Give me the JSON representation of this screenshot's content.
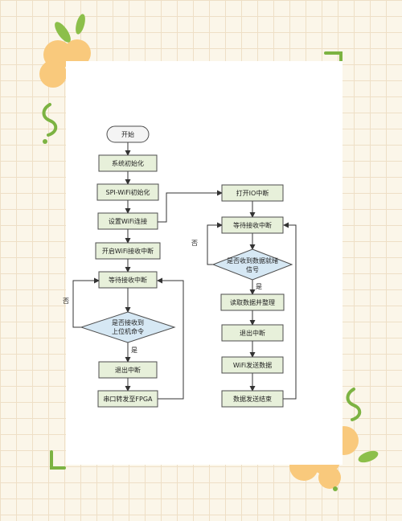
{
  "colors": {
    "background": "#fbf6e9",
    "grid": "#eedfc6",
    "card": "#ffffff",
    "process_fill": "#e7f0da",
    "decision_fill": "#d6e8f4",
    "terminal_fill": "#f4f4f4",
    "stroke": "#4d4d4d",
    "accent_green": "#7cb342",
    "accent_orange": "#f9c97c"
  },
  "decorations": [
    "leaf-icon",
    "flower-icon",
    "swirl-icon",
    "corner-bracket-icon"
  ],
  "flowchart": {
    "left": {
      "start": "开始",
      "init_system": "系统初始化",
      "init_spi_wifi": "SPI-WiFi初始化",
      "set_wifi_connect": "设置WiFi连接",
      "enable_wifi_interrupt": "开启WiFi接收中断",
      "wait_interrupt": "等待接收中断",
      "decision": [
        "是否接收到",
        "上位机命令"
      ],
      "exit_interrupt": "退出中断",
      "uart_to_fpga": "串口转发至FPGA",
      "label_no": "否",
      "label_yes": "是"
    },
    "right": {
      "open_io_interrupt": "打开IO中断",
      "wait_interrupt": "等待接收中断",
      "decision": [
        "是否收到数据就绪",
        "信号"
      ],
      "read_data": "读取数据并整理",
      "exit_interrupt": "退出中断",
      "wifi_send": "WiFi发送数据",
      "send_end": "数据发送结束",
      "label_no": "否",
      "label_yes": "是"
    }
  }
}
